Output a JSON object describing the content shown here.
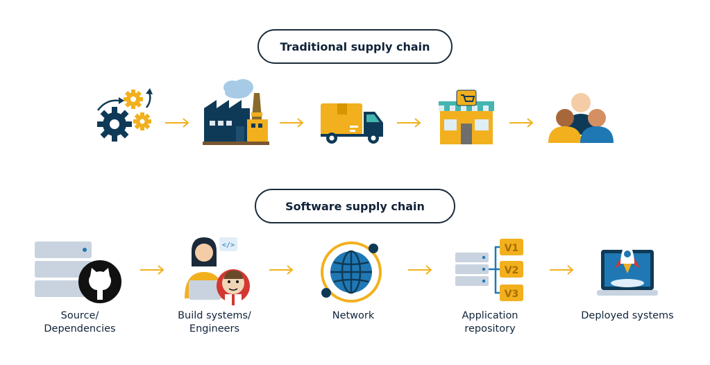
{
  "traditional": {
    "title": "Traditional supply chain",
    "stages": [
      {
        "icon": "gears-icon"
      },
      {
        "icon": "factory-icon"
      },
      {
        "icon": "delivery-truck-icon"
      },
      {
        "icon": "store-icon"
      },
      {
        "icon": "customers-icon"
      }
    ]
  },
  "software": {
    "title": "Software supply chain",
    "stages": [
      {
        "label": "Source/\nDependencies",
        "icon": "server-github-icon"
      },
      {
        "label": "Build systems/\nEngineers",
        "icon": "engineer-jenkins-icon"
      },
      {
        "label": "Network",
        "icon": "globe-network-icon"
      },
      {
        "label": "Application\nrepository",
        "icon": "server-versions-icon"
      },
      {
        "label": "Deployed systems",
        "icon": "laptop-rocket-icon"
      }
    ],
    "versions": [
      "V1",
      "V2",
      "V3"
    ]
  },
  "colors": {
    "accent": "#f2b01e",
    "navy": "#0f3a57",
    "blue": "#1f78b4",
    "text": "#0f2238"
  }
}
